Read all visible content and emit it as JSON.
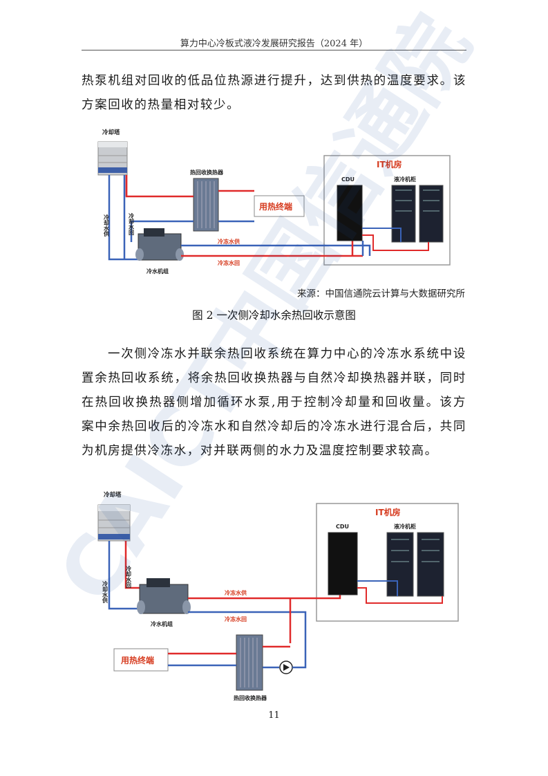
{
  "header": {
    "title": "算力中心冷板式液冷发展研究报告（2024 年）"
  },
  "paragraph1": "热泵机组对回收的低品位热源进行提升，达到供热的温度要求。该方案回收的热量相对较少。",
  "figure1": {
    "labels": {
      "cooling_tower": "冷却塔",
      "heat_exchanger": "热回收换热器",
      "heat_terminal": "用热终端",
      "it_room": "IT机房",
      "cdu": "CDU",
      "rack": "液冷机柜",
      "cooling_supply": "冷却水供",
      "cooling_return": "冷却水回",
      "chilled_supply": "冷冻水供",
      "chilled_return": "冷冻水回",
      "chiller": "冷水机组"
    },
    "source": "来源：中国信通院云计算与大数据研究所",
    "title": "图 2 一次侧冷却水余热回收示意图"
  },
  "paragraph2": "一次侧冷冻水并联余热回收系统在算力中心的冷冻水系统中设置余热回收系统，将余热回收换热器与自然冷却换热器并联，同时在热回收换热器侧增加循环水泵,用于控制冷却量和回收量。该方案中余热回收后的冷冻水和自然冷却后的冷冻水进行混合后，共同为机房提供冷冻水，对并联两侧的水力及温度控制要求较高。",
  "figure2": {
    "labels": {
      "cooling_tower": "冷却塔",
      "it_room": "IT机房",
      "cdu": "CDU",
      "rack": "液冷机柜",
      "cooling_return": "冷却水回",
      "cooling_supply": "冷却水供",
      "chilled_supply": "冷冻水供",
      "chilled_return": "冷冻水回",
      "chiller": "冷水机组",
      "heat_terminal": "用热终端",
      "heat_exchanger": "热回收换热器"
    }
  },
  "watermark": {
    "text": "CAICT中国信通院"
  },
  "page_number": "11",
  "colors": {
    "supply_pipe": "#e02a2a",
    "return_pipe": "#3a63b8",
    "accent": "#d63b1f"
  }
}
